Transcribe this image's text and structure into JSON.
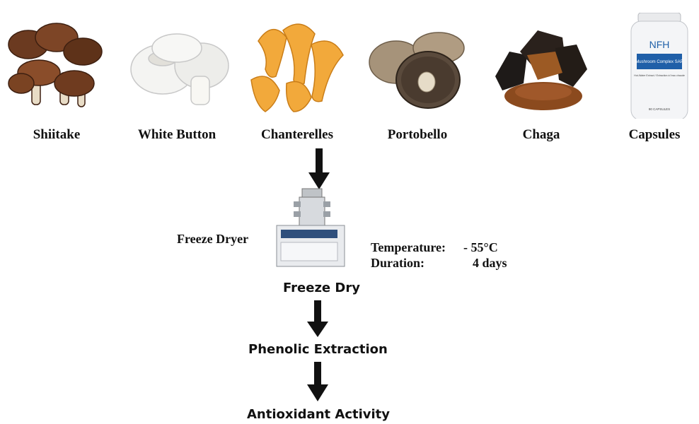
{
  "samples": [
    {
      "label": "Shiitake",
      "icon": "shiitake-icon"
    },
    {
      "label": "White Button",
      "icon": "white-button-icon"
    },
    {
      "label": "Chanterelles",
      "icon": "chanterelles-icon"
    },
    {
      "label": "Portobello",
      "icon": "portobello-icon"
    },
    {
      "label": "Chaga",
      "icon": "chaga-icon"
    },
    {
      "label": "Capsules",
      "icon": "capsules-icon"
    }
  ],
  "bottle": {
    "brand": "NFH",
    "product": "Mushroom Complex SAP",
    "subtitle": "Hot-Water Extract / Extraction à l'eau chaude",
    "count": "90 CAPSULES"
  },
  "freeze_dryer_label": "Freeze Dryer",
  "conditions": {
    "temperature_label": "Temperature:",
    "temperature_value": "- 55°C",
    "duration_label": "Duration:",
    "duration_value": "4 days"
  },
  "steps": {
    "freeze_dry": "Freeze Dry",
    "phenolic_extraction": "Phenolic Extraction",
    "antioxidant_activity": "Antioxidant Activity"
  },
  "colors": {
    "arrow": "#111111",
    "chanterelle": "#f2a93b",
    "chaga": "#8b4a1e"
  }
}
